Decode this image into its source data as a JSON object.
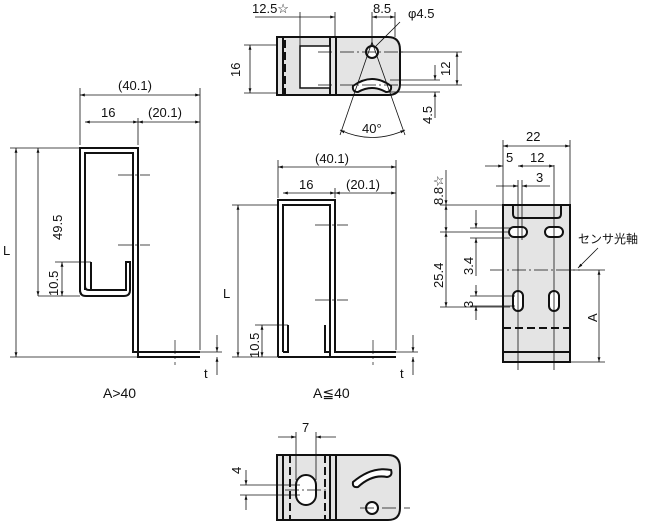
{
  "top_view": {
    "dim_width_star": "12.5☆",
    "dim_hole_offset": "8.5",
    "dim_hole_dia": "φ4.5",
    "dim_height": "16",
    "dim_slot_pitch": "12",
    "dim_slot_width": "4.5",
    "dim_angle": "40°"
  },
  "side_view_large": {
    "dim_overall": "(40.1)",
    "dim_inner": "16",
    "dim_foot": "(20.1)",
    "dim_height": "49.5",
    "dim_hook": "10.5",
    "dim_length": "L",
    "dim_thickness": "t",
    "caption": "A>40"
  },
  "side_view_small": {
    "dim_overall": "(40.1)",
    "dim_inner": "16",
    "dim_foot": "(20.1)",
    "dim_length": "L",
    "dim_hook": "10.5",
    "dim_thickness": "t",
    "caption": "A≦40"
  },
  "front_view": {
    "dim_width": "22",
    "dim_offset": "5",
    "dim_pitch": "12",
    "dim_slot": "3",
    "dim_top_star": "8.8☆",
    "dim_vertical_pitch": "25.4",
    "dim_slot_len": "3.4",
    "dim_slot_w": "3",
    "dim_axis_height": "A",
    "sensor_axis_label": "センサ光軸"
  },
  "bottom_view": {
    "dim_slot_len": "7",
    "dim_slot_width": "4"
  }
}
